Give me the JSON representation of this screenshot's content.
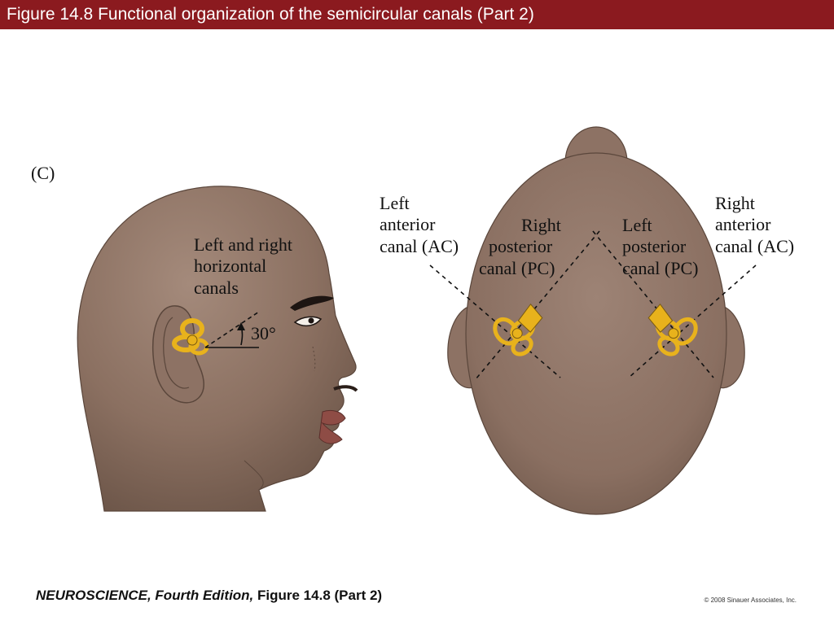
{
  "header": {
    "title": "Figure 14.8  Functional organization of the semicircular canals (Part 2)"
  },
  "diagram": {
    "panel_label": "(C)",
    "side_view": {
      "label_lines": [
        "Left and right",
        "horizontal",
        "canals"
      ],
      "angle_label": "30°"
    },
    "top_view": {
      "left_anterior_lines": [
        "Left",
        "anterior",
        "canal (AC)"
      ],
      "right_posterior_lines": [
        "Right",
        "posterior",
        "canal (PC)"
      ],
      "left_posterior_lines": [
        "Left",
        "posterior",
        "canal (PC)"
      ],
      "right_anterior_lines": [
        "Right",
        "anterior",
        "canal (AC)"
      ]
    },
    "colors": {
      "skin": "#8f7566",
      "skin_dark": "#6e574a",
      "canal": "#e8b21c",
      "title_bar": "#8b1a1f"
    }
  },
  "footer": {
    "book_title": "NEUROSCIENCE,",
    "edition": "Fourth Edition,",
    "figure_ref": "Figure 14.8 (Part 2)",
    "copyright": "© 2008 Sinauer Associates, Inc."
  }
}
